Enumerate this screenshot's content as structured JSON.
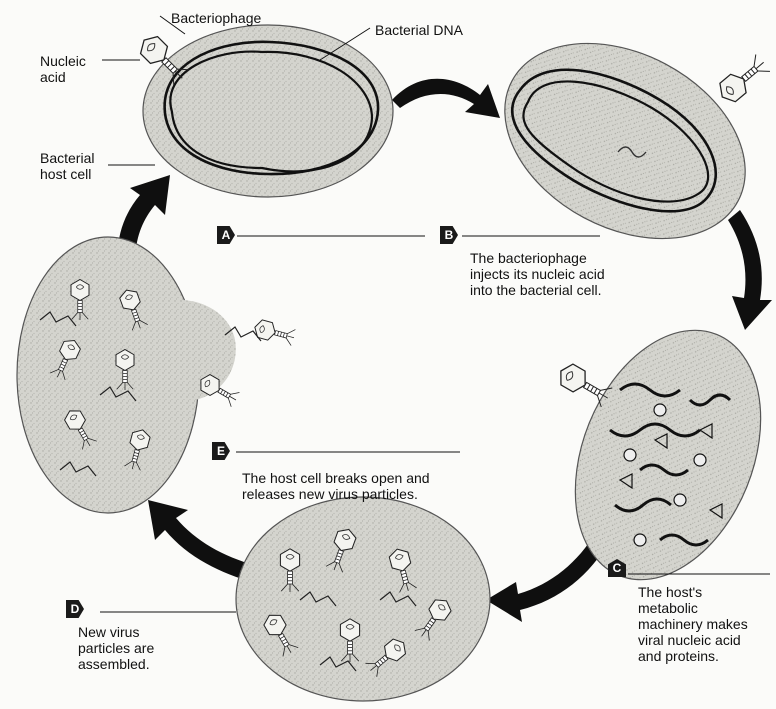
{
  "labels": {
    "bacteriophage": "Bacteriophage",
    "bacterial_dna": "Bacterial DNA",
    "nucleic_acid": "Nucleic\nacid",
    "host_cell": "Bacterial\nhost cell"
  },
  "steps": {
    "a": {
      "marker": "A"
    },
    "b": {
      "marker": "B",
      "caption": "The bacteriophage\ninjects its nucleic acid\ninto the bacterial cell."
    },
    "c": {
      "marker": "C",
      "caption": "The host's\nmetabolic\nmachinery makes\nviral nucleic acid\nand proteins."
    },
    "d": {
      "marker": "D",
      "caption": "New virus\nparticles are\nassembled."
    },
    "e": {
      "marker": "E",
      "caption": "The host cell breaks open and\nreleases new virus particles."
    }
  },
  "colors": {
    "cell_fill": "#d2d2cc",
    "cell_stroke": "#555555",
    "ink": "#111111",
    "arrow": "#0f0f0f",
    "paper": "#fbfbf9"
  }
}
